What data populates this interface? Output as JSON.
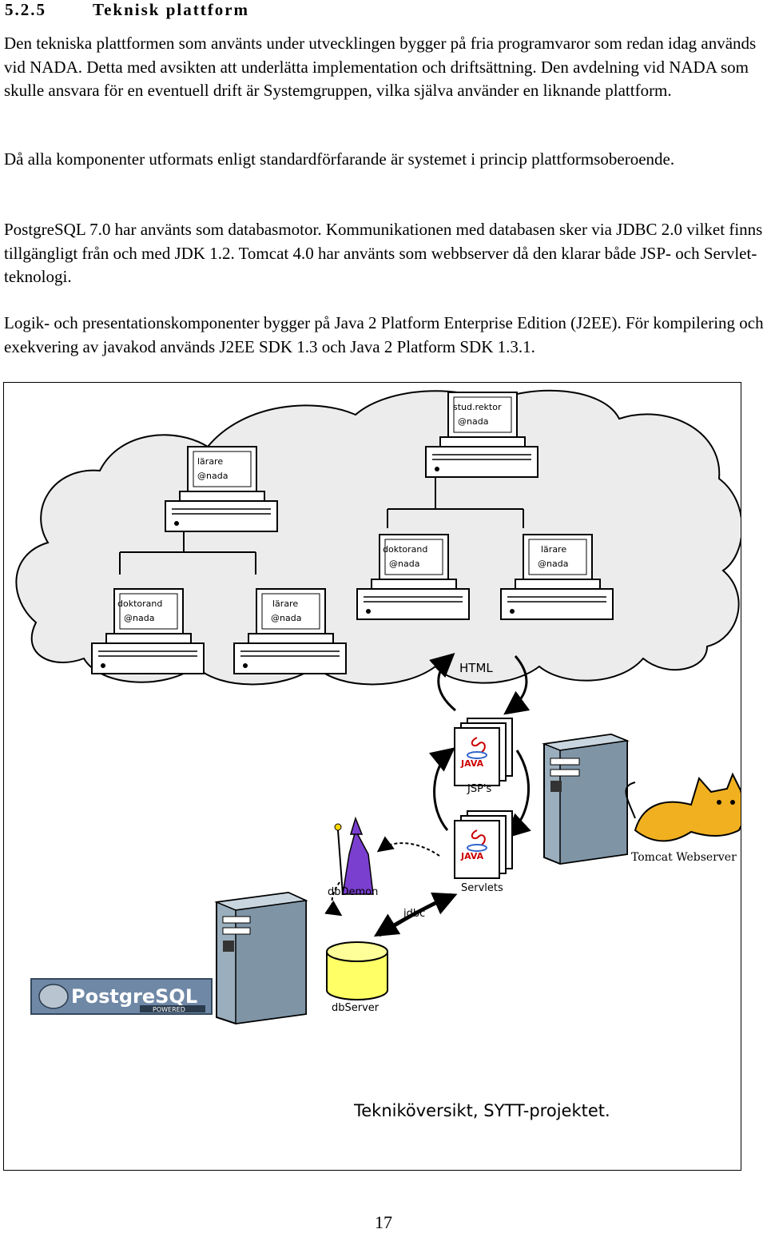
{
  "section": {
    "number": "5.2.5",
    "title": "Teknisk plattform"
  },
  "paragraphs": [
    "Den tekniska plattformen som använts under utvecklingen bygger på fria programvaror som redan idag används vid NADA. Detta med avsikten att underlätta implementation och driftsättning. Den avdelning vid NADA som skulle ansvara för en eventuell drift är Systemgruppen, vilka själva använder en liknande plattform.",
    "Då alla komponenter utformats enligt standardförfarande är systemet i princip plattformsoberoende.",
    "PostgreSQL 7.0 har använts som databasmotor. Kommunikationen med databasen sker via JDBC 2.0 vilket finns tillgängligt från och med JDK 1.2. Tomcat 4.0 har använts som webbserver då den klarar både JSP- och Servlet-teknologi.",
    "Logik- och presentationskomponenter bygger på Java 2 Platform Enterprise Edition (J2EE). För kompilering och exekvering av javakod används J2EE SDK 1.3 och Java 2 Platform SDK 1.3.1."
  ],
  "figure": {
    "terminals": [
      {
        "line1": "stud.rektor",
        "line2": "@nada"
      },
      {
        "line1": "lärare",
        "line2": "@nada"
      },
      {
        "line1": "doktorand",
        "line2": "@nada"
      },
      {
        "line1": "lärare",
        "line2": "@nada"
      },
      {
        "line1": "doktorand",
        "line2": "@nada"
      },
      {
        "line1": "lärare",
        "line2": "@nada"
      }
    ],
    "labels": {
      "html": "HTML",
      "java": "JAVA",
      "jsps": "JSP's",
      "servlets": "Servlets",
      "tomcat": "Tomcat Webserver",
      "dbdemon": "dbDemon",
      "jdbc": "jdbc",
      "dbserver": "dbServer",
      "postgres": "PostgreSQL",
      "powered": "POWERED",
      "caption": "Tekniköversikt, SYTT-projektet."
    }
  },
  "page_number": "17",
  "colors": {
    "cloud": "#ececec",
    "server": "#9aaebd",
    "db": "#ffff66",
    "wizard": "#7b3fd0",
    "cat": "#f0b020"
  }
}
